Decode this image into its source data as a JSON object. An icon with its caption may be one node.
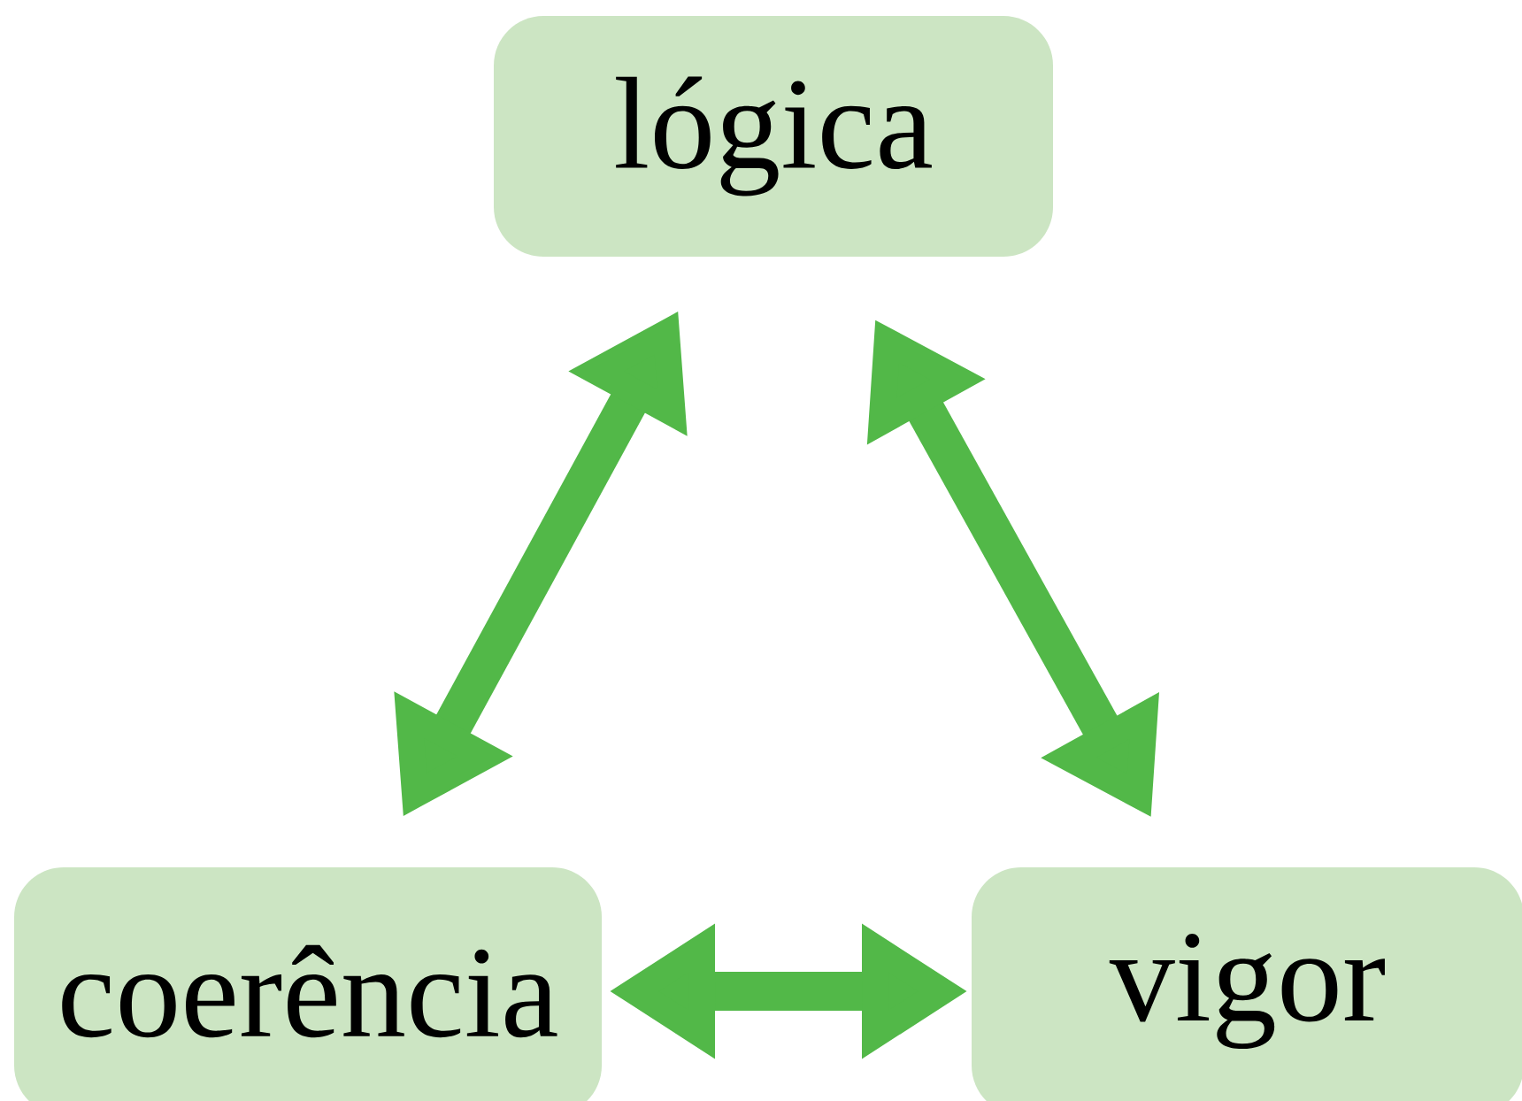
{
  "diagram": {
    "nodes": [
      {
        "text": [
          "lógica"
        ]
      },
      {
        "text": [
          "coerência"
        ]
      },
      {
        "text": [
          "vigor"
        ]
      }
    ],
    "edges": [
      {
        "from": 1,
        "to": 0,
        "arrow": "both"
      },
      {
        "from": 0,
        "to": 2,
        "arrow": "both"
      },
      {
        "from": 1,
        "to": 2,
        "arrow": "both"
      }
    ]
  }
}
